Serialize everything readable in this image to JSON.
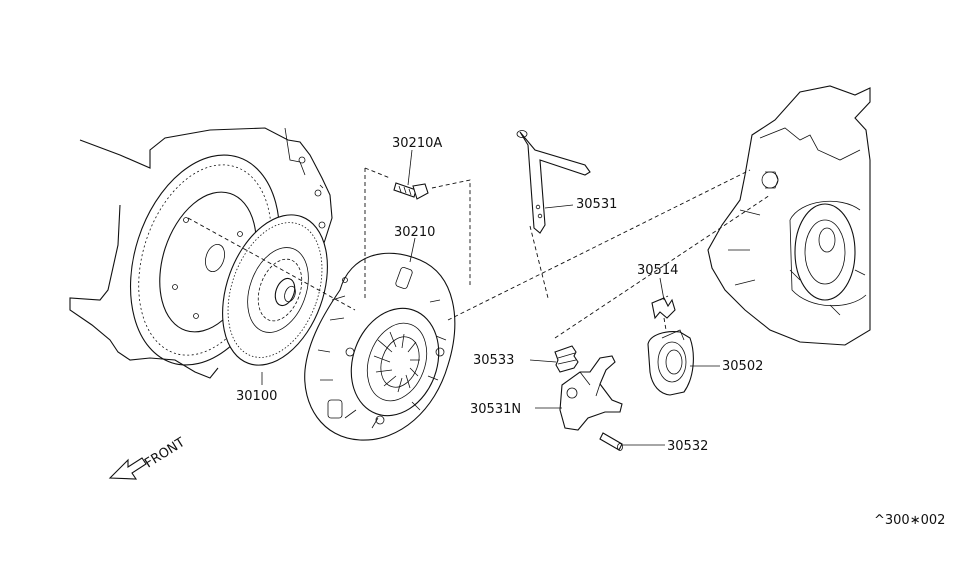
{
  "parts": [
    {
      "id": "flywheel-clutch-disc",
      "number": "30100"
    },
    {
      "id": "clutch-cover-bolt",
      "number": "30210A"
    },
    {
      "id": "clutch-cover",
      "number": "30210"
    },
    {
      "id": "withdrawal-lever",
      "number": "30531"
    },
    {
      "id": "bearing-clip",
      "number": "30514"
    },
    {
      "id": "release-bearing",
      "number": "30502"
    },
    {
      "id": "boot",
      "number": "30533"
    },
    {
      "id": "withdrawal-lever-assembly",
      "number": "30531N"
    },
    {
      "id": "retainer-pin",
      "number": "30532"
    }
  ],
  "front_label": "FRONT",
  "diagram_code": "^300∗002"
}
